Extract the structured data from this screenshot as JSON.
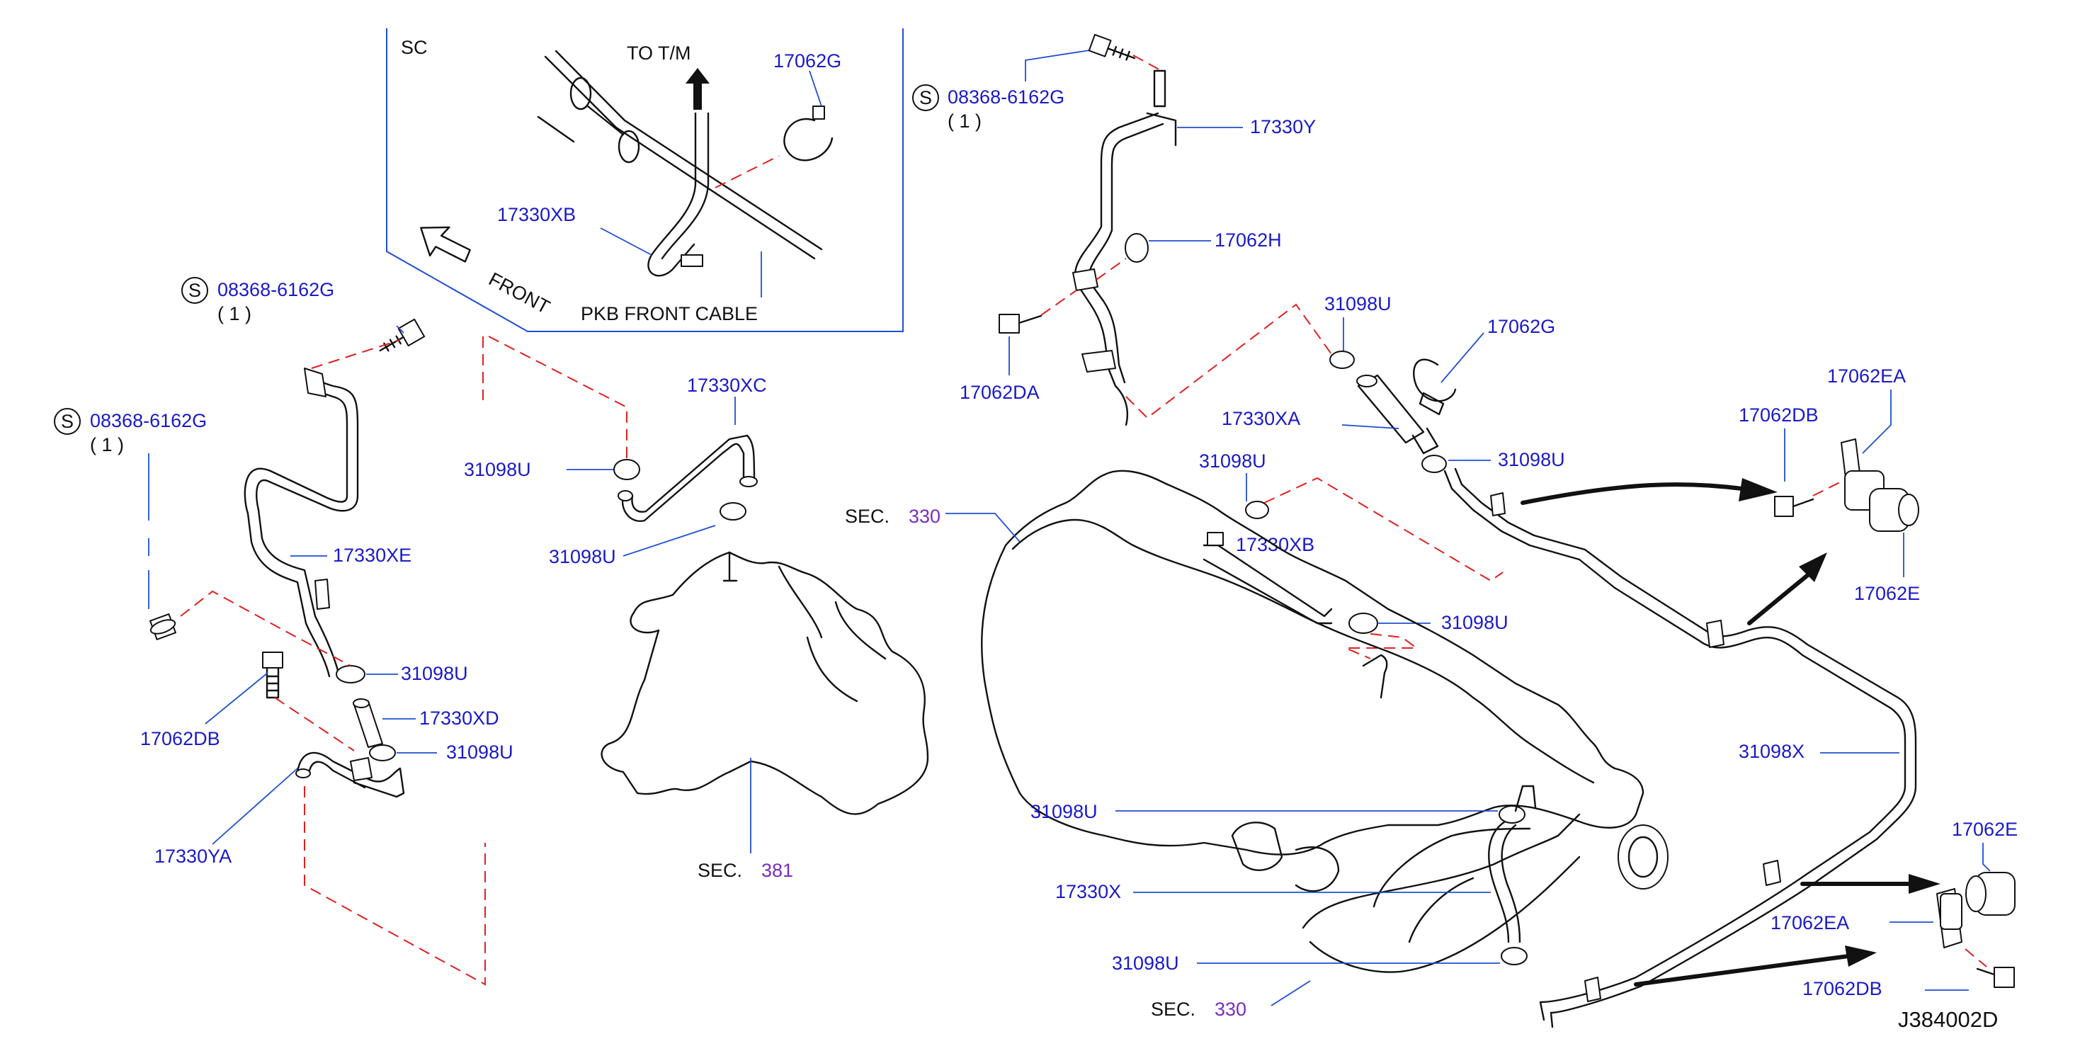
{
  "inset": {
    "title": "SC",
    "to_tm": "TO  T/M",
    "front_arrow": "FRONT",
    "pkb_front_cable": "PKB  FRONT  CABLE",
    "part_17062G": "17062G",
    "part_17330XB": "17330XB"
  },
  "left_group": {
    "bolt_label_1": "08368-6162G",
    "bolt_qty_1": "( 1 )",
    "bolt_label_2": "08368-6162G",
    "bolt_qty_2": "( 1 )",
    "hose_upper": "17330XE",
    "clamp_a": "31098U",
    "hose_short": "17330XD",
    "clamp_b": "31098U",
    "bolt_17062DB": "17062DB",
    "pipe_17330YA": "17330YA"
  },
  "middle_group": {
    "hose_17330XC": "17330XC",
    "clamp_upper": "31098U",
    "clamp_lower": "31098U",
    "sec_label": "SEC.",
    "sec_number": "381"
  },
  "right_group": {
    "bolt_label": "08368-6162G",
    "bolt_qty": "( 1 )",
    "bracket_17330Y": "17330Y",
    "grommet_17062H": "17062H",
    "bolt_17062DA": "17062DA",
    "clamp_top": "31098U",
    "clip_17062G": "17062G",
    "hose_17330XA": "17330XA",
    "clamp_mid": "31098U",
    "clamp_left": "31098U",
    "hose_17330XB": "17330XB",
    "clamp_right": "31098U",
    "sec_top_label": "SEC.",
    "sec_top_number": "330",
    "bolt_17062DB": "17062DB",
    "bracket_17062EA": "17062EA",
    "grommet_17062E": "17062E",
    "pipe_31098X": "31098X",
    "clamp_lower_1": "31098U",
    "hose_17330X": "17330X",
    "clamp_lower_2": "31098U",
    "sec_bottom_label": "SEC.",
    "sec_bottom_number": "330",
    "grommet_17062E_b": "17062E",
    "bracket_17062EA_b": "17062EA",
    "bolt_17062DB_b": "17062DB"
  },
  "drawing_code": "J384002D",
  "colors": {
    "part_label": "#1a1ac8",
    "leader": "#1f4fd0",
    "phantom_line": "#e02020",
    "section_ref": "#7a2dbe",
    "line_art": "#111111"
  }
}
